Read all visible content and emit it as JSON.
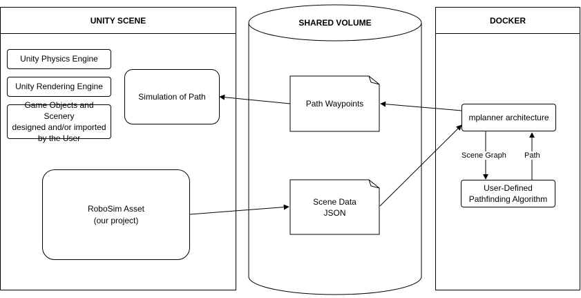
{
  "unity_scene": {
    "title": "UNITY SCENE",
    "physics_engine": "Unity Physics Engine",
    "rendering_engine": "Unity Rendering Engine",
    "game_objects": "Game Objects and Scenery\ndesigned and/or imported\nby the User",
    "simulation": "Simulation of Path",
    "robosim": "RoboSim Asset\n(our project)"
  },
  "shared_volume": {
    "title": "SHARED VOLUME",
    "path_waypoints": "Path Waypoints",
    "scene_data": "Scene Data\nJSON"
  },
  "docker": {
    "title": "DOCKER",
    "mplanner": "mplanner architecture",
    "pathfinding": "User-Defined\nPathfinding Algorithm",
    "scene_graph_label": "Scene Graph",
    "path_label": "Path"
  }
}
